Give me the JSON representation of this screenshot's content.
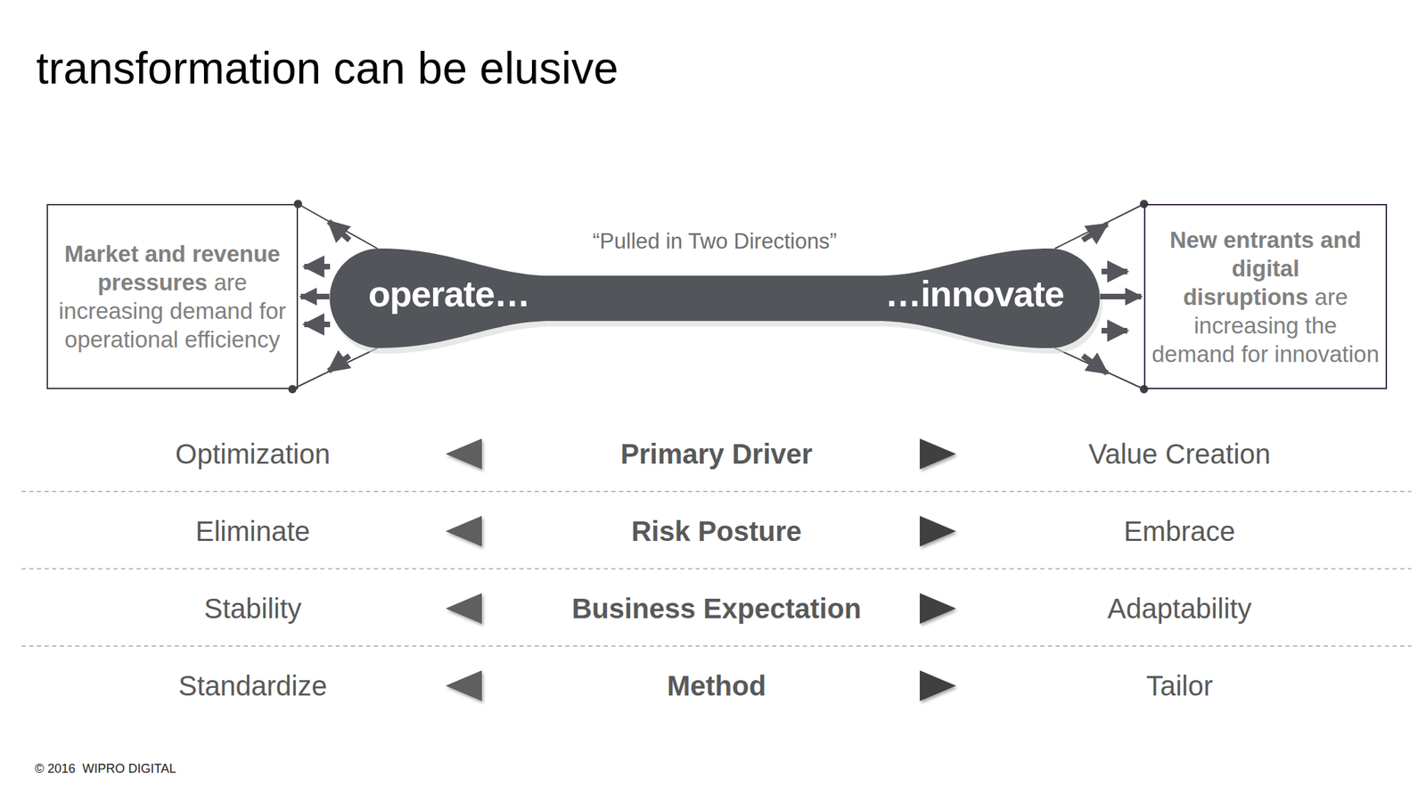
{
  "diagram": {
    "title": "transformation can be elusive",
    "nodes": [
      {
        "text": [
          "Market and revenue pressures",
          "are increasing demand for operational efficiency"
        ]
      },
      {
        "text": [
          "“Pulled in Two Directions”",
          "operate…",
          "…innovate"
        ]
      },
      {
        "text": [
          "New entrants and digital disruptions",
          "are increasing the demand for innovation"
        ]
      }
    ],
    "edges": [
      {
        "from": 1,
        "to": 0,
        "arrow": "to"
      },
      {
        "from": 1,
        "to": 2,
        "arrow": "to"
      }
    ],
    "labels": [
      "Optimization",
      "Primary Driver",
      "Value Creation",
      "Eliminate",
      "Risk Posture",
      "Embrace",
      "Stability",
      "Business Expectation",
      "Adaptability",
      "Standardize",
      "Method",
      "Tailor",
      "© 2016  WIPRO DIGITAL"
    ]
  }
}
